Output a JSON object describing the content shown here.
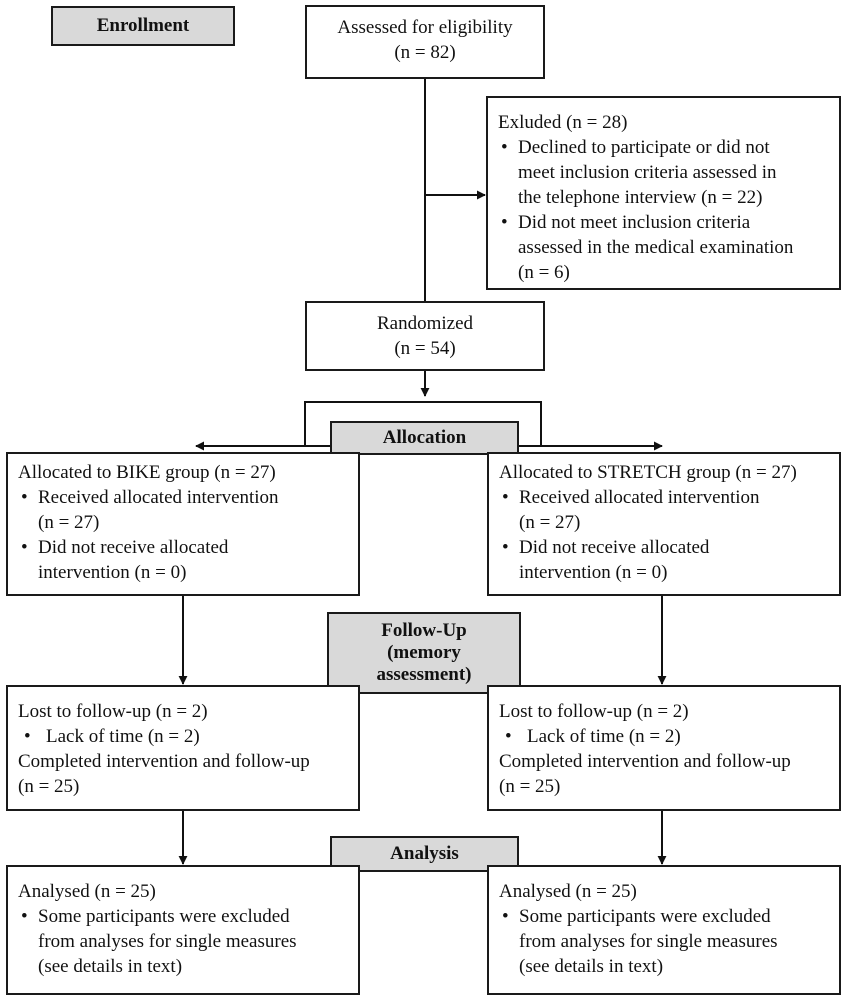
{
  "stages": {
    "enrollment": "Enrollment",
    "allocation": "Allocation",
    "followup": [
      "Follow-Up",
      "(memory",
      "assessment)"
    ],
    "analysis": "Analysis"
  },
  "assessed": {
    "label": "Assessed for eligibility",
    "n": "(n = 82)"
  },
  "excluded": {
    "title": "Exluded (n = 28)",
    "items": [
      [
        "Declined to participate or did not",
        "meet inclusion  criteria assessed in",
        "the telephone interview (n = 22)"
      ],
      [
        "Did not meet inclusion  criteria",
        "assessed in the medical examination",
        "(n = 6)"
      ]
    ]
  },
  "randomized": {
    "label": "Randomized",
    "n": "(n = 54)"
  },
  "allocation": {
    "bike": {
      "title": "Allocated to BIKE group (n = 27)",
      "items": [
        [
          "Received allocated intervention",
          "(n = 27)"
        ],
        [
          "Did not receive allocated",
          "intervention  (n = 0)"
        ]
      ]
    },
    "stretch": {
      "title": "Allocated to STRETCH group (n = 27)",
      "items": [
        [
          "Received allocated intervention",
          "(n = 27)"
        ],
        [
          "Did not receive allocated",
          "intervention  (n = 0)"
        ]
      ]
    }
  },
  "followup": {
    "bike": {
      "lost": "Lost to follow-up  (n = 2)",
      "reason": "Lack of time  (n = 2)",
      "completed": "Completed intervention  and follow-up",
      "n": "(n = 25)"
    },
    "stretch": {
      "lost": "Lost to follow-up  (n = 2)",
      "reason": "Lack of time  (n = 2)",
      "completed": "Completed intervention  and follow-up",
      "n": "(n = 25)"
    }
  },
  "analysis": {
    "bike": {
      "title": "Analysed (n = 25)",
      "items": [
        [
          "Some participants were excluded",
          "from analyses for single measures",
          "(see details in text)"
        ]
      ]
    },
    "stretch": {
      "title": "Analysed (n = 25)",
      "items": [
        [
          "Some participants were excluded",
          "from analyses for single measures",
          "(see details in text)"
        ]
      ]
    }
  }
}
